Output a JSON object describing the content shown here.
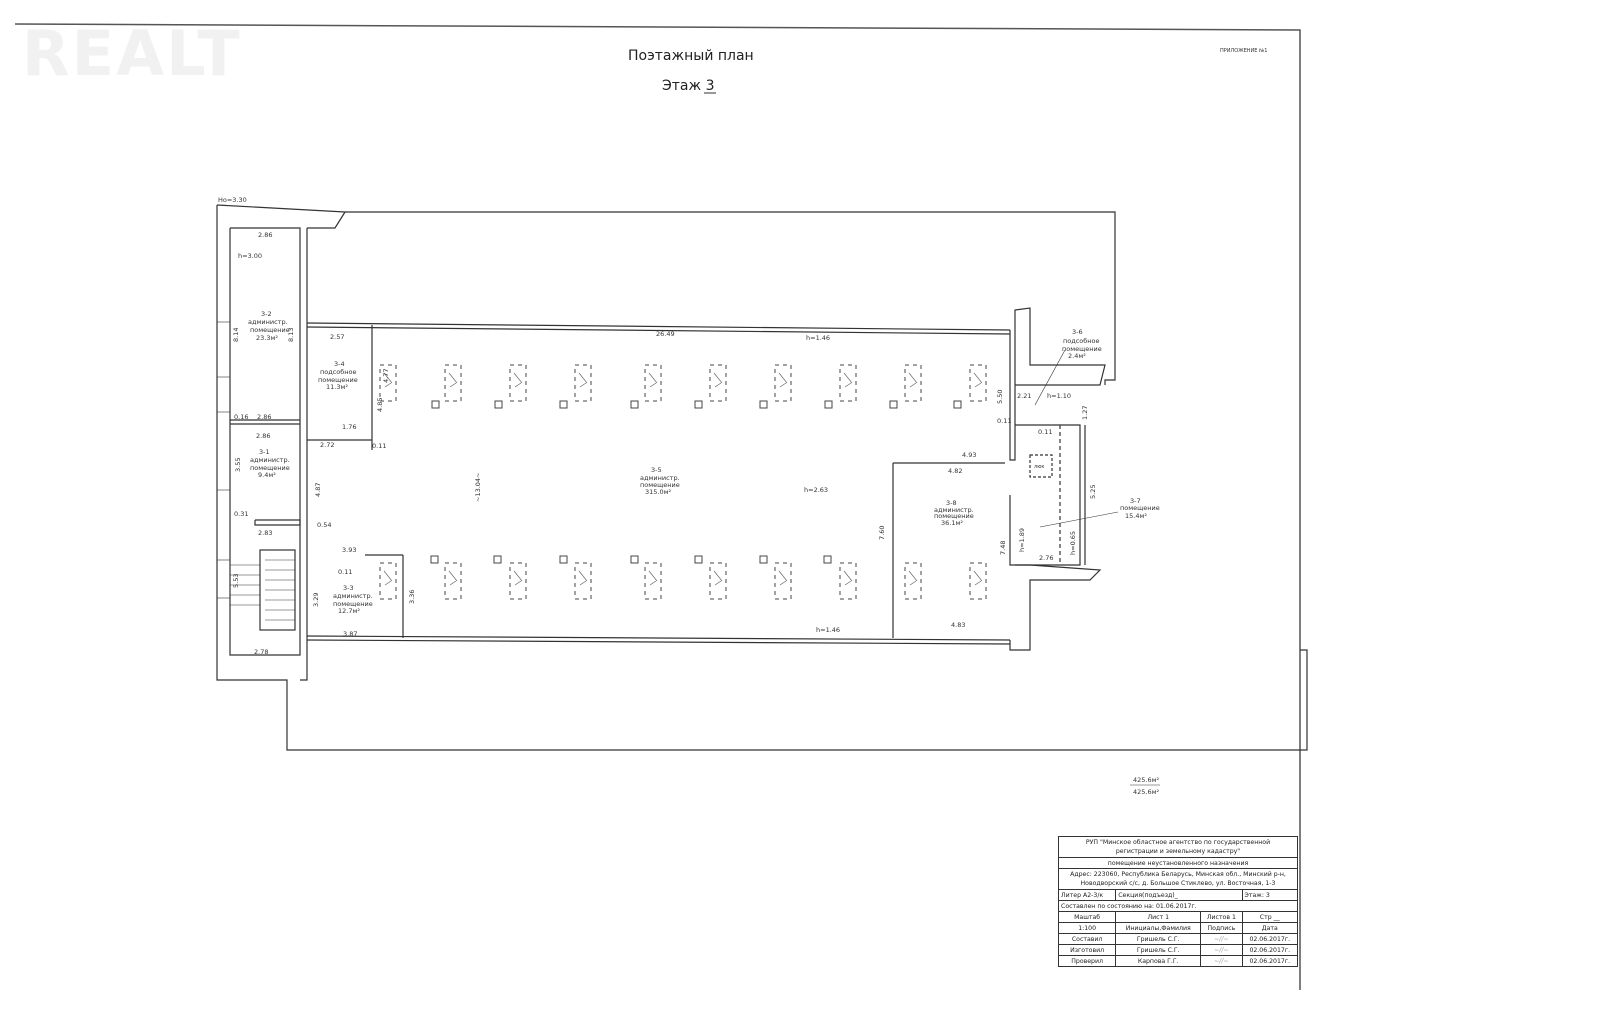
{
  "watermark": "REALT",
  "header": {
    "title": "Поэтажный план",
    "floor": "Этаж 3",
    "appendix": "ПРИЛОЖЕНИЕ №1"
  },
  "plan": {
    "base_height": "Hо=3.30",
    "rooms": {
      "r3_1": {
        "num": "3-1",
        "type": "администр.",
        "kind": "помещение",
        "area": "9.4м²"
      },
      "r3_2": {
        "num": "3-2",
        "type": "администр.",
        "kind": "помещение",
        "area": "23.3м²"
      },
      "r3_3": {
        "num": "3-3",
        "type": "администр.",
        "kind": "помещение",
        "area": "12.7м²"
      },
      "r3_4": {
        "num": "3-4",
        "type": "подсобное",
        "kind": "помещение",
        "area": "11.3м²"
      },
      "r3_5": {
        "num": "3-5",
        "type": "администр.",
        "kind": "помещение",
        "area": "315.0м²"
      },
      "r3_6": {
        "num": "3-6",
        "type": "подсобное",
        "kind": "помещение",
        "area": "2.4м²"
      },
      "r3_7": {
        "num": "3-7",
        "kind": "помещение",
        "area": "15.4м²"
      },
      "r3_8": {
        "num": "3-8",
        "type": "администр.",
        "kind": "помещение",
        "area": "36.1м²"
      }
    },
    "dims": {
      "d1": "2.86",
      "d2": "h=3.00",
      "d3": "8.14",
      "d4": "8.13",
      "d5": "0.16",
      "d6": "2.86",
      "d7": "2.86",
      "d8": "3.55",
      "d9": "0.31",
      "d10": "2.83",
      "d11": "0.54",
      "d12": "4.87",
      "d13": "5.53",
      "d14": "3.29",
      "d15": "2.78",
      "d16": "3.93",
      "d17": "0.11",
      "d18": "3.36",
      "d19": "3.87",
      "d20": "2.57",
      "d21": "4.77",
      "d22": "4.85",
      "d23": "1.76",
      "d24": "2.72",
      "d25": "0.11",
      "d26": "26.49",
      "d27": "h=1.46",
      "d28": "h=2.63",
      "d29": "h=1.46",
      "d30": "~13.04~",
      "d31": "5.50",
      "d32": "0.11",
      "d33": "2.21",
      "d34": "h=1.10",
      "d35": "1.27",
      "d36": "0.11",
      "d37": "4.93",
      "d38": "4.82",
      "d39": "7.60",
      "d40": "7.48",
      "d41": "h=1.89",
      "d42": "2.76",
      "d43": "h=0.65",
      "d44": "5.25",
      "d45": "4.83",
      "d46": "люк"
    },
    "total_area_1": "425.6м²",
    "total_area_2": "425.6м²"
  },
  "title_block": {
    "org": "РУП \"Минское областное агентство по государственной",
    "org2": "регистрации и земельному кадастру\"",
    "purpose": "помещение неустановленного назначения",
    "address": "Адрес: 223060, Республика Беларусь, Минская обл., Минский р-н,",
    "address2": "Новодворский с/с, д. Большое Стиклево, ул. Восточная, 1-3",
    "liter": "Литер А2-3/к",
    "section": "Секция(подъезд)_",
    "floor": "Этаж: 3",
    "as_of": "Составлен по состоянию на:  01.06.2017г.",
    "scale_h": "Маштаб",
    "sheet_h": "Лист 1",
    "sheets_h": "Листов 1",
    "page_h": "Стр __",
    "scale": "1:100",
    "initials_h": "Инициалы,Фамилия",
    "sign_h": "Подпись",
    "date_h": "Дата",
    "rows": [
      {
        "role": "Составил",
        "name": "Гришель С.Г.",
        "sign": "~//~",
        "date": "02.06.2017г."
      },
      {
        "role": "Изготовил",
        "name": "Гришель С.Г.",
        "sign": "~//~",
        "date": "02.06.2017г."
      },
      {
        "role": "Проверил",
        "name": "Карпова Г.Г.",
        "sign": "~//~",
        "date": "02.06.2017г."
      }
    ]
  }
}
